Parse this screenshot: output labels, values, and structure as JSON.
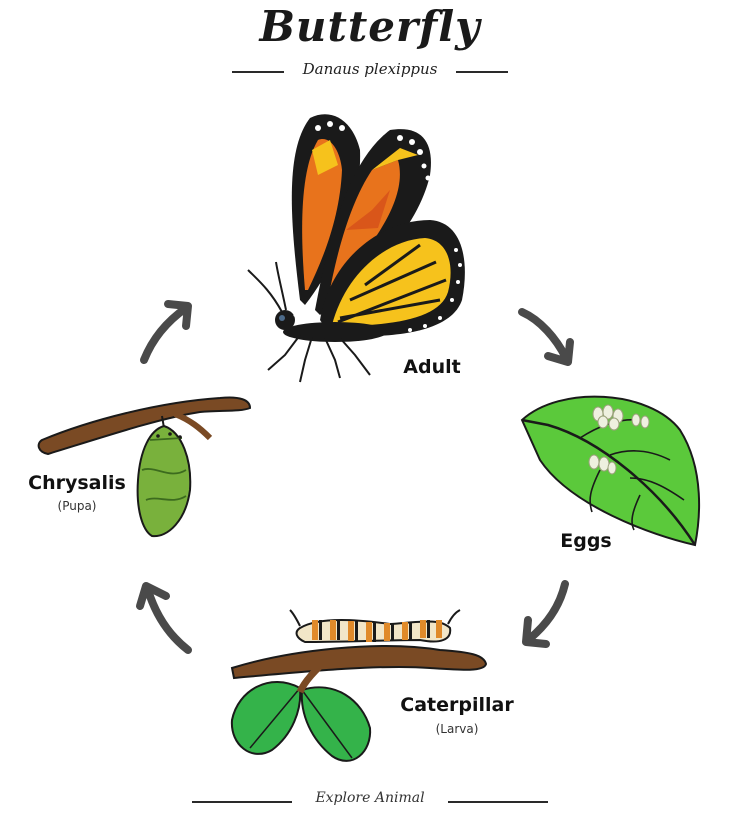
{
  "header": {
    "title": "Butterfly",
    "subtitle": "Danaus plexippus"
  },
  "stages": {
    "adult": {
      "label": "Adult",
      "sublabel": ""
    },
    "eggs": {
      "label": "Eggs",
      "sublabel": ""
    },
    "caterpillar": {
      "label": "Caterpillar",
      "sublabel": "(Larva)"
    },
    "chrysalis": {
      "label": "Chrysalis",
      "sublabel": "(Pupa)"
    }
  },
  "footer": {
    "text": "Explore Animal"
  },
  "colors": {
    "arrow": "#4a4a4a",
    "wing_orange": "#e8731c",
    "wing_yellow": "#f6c21c",
    "wing_black": "#1a1a1a",
    "leaf_green": "#5bc93b",
    "branch_brown": "#7a4a24",
    "chrysalis_green": "#79b13c"
  }
}
